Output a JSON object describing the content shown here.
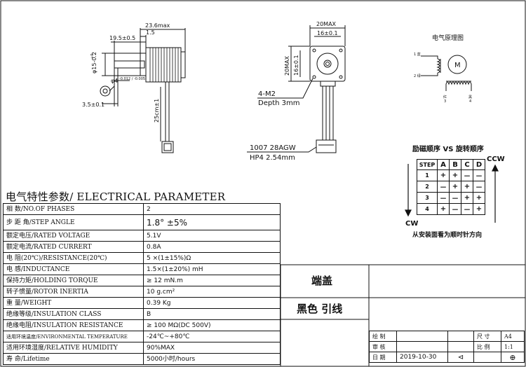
{
  "drawing": {
    "side_view": {
      "dim_total_length": "23.6max",
      "dim_body": "19.5±0.5",
      "dim_flange": "1.5",
      "dim_pilot_diameter": "φ15-0.2",
      "dim_pilot_upper": "+0",
      "dim_shaft_diameter": "φ4",
      "dim_shaft_tol": "-0.012 / -0.005",
      "dim_shaft_flat": "3.5±0.1",
      "dim_lead_length": "25cm±1"
    },
    "front_view": {
      "dim_width_max": "20MAX",
      "dim_hole_spacing_h": "16±0.1",
      "dim_height_max": "20MAX",
      "dim_hole_spacing_v": "16±0.1",
      "hole_note_1": "4-M2",
      "hole_note_2": "Depth  3mm",
      "wire_note_1": "1007  28AGW",
      "wire_note_2": "HP4  2.54mm"
    },
    "schematic": {
      "title": "电气原理图",
      "motor_label": "M",
      "pin_1": "1 蓝",
      "pin_2": "2 绿",
      "pin_3": "红\n3",
      "pin_4": "黑\n4"
    },
    "sequence": {
      "title": "励磁顺序 VS 旋转顺序",
      "ccw": "CCW",
      "cw": "CW",
      "note": "从安装面看为顺时针方向",
      "headers": [
        "STEP",
        "A",
        "B",
        "C",
        "D"
      ],
      "rows": [
        [
          "1",
          "+",
          "+",
          "－",
          "－"
        ],
        [
          "2",
          "－",
          "+",
          "+",
          "－"
        ],
        [
          "3",
          "－",
          "－",
          "+",
          "+"
        ],
        [
          "4",
          "+",
          "－",
          "－",
          "+"
        ]
      ]
    }
  },
  "electrical": {
    "heading": "电气特性参数/ ELECTRICAL PARAMETER",
    "rows": [
      {
        "name": "相    数/NO.OF PHASES",
        "value": "2"
      },
      {
        "name": "步 距 角/STEP ANGLE",
        "value": "1.8° ±5%"
      },
      {
        "name": "额定电压/RATED VOLTAGE",
        "value": "5.1V"
      },
      {
        "name": "额定电流/RATED CURRERT",
        "value": "0.8A"
      },
      {
        "name": "电   阻(20℃)/RESISTANCE(20℃)",
        "value": "5 ×(1±15%)Ω"
      },
      {
        "name": "电    感/INDUCTANCE",
        "value": "1.5×(1±20%) mH"
      },
      {
        "name": "保持力矩/HOLDING TORQUE",
        "value": "≥ 12 mN.m"
      },
      {
        "name": "转子惯量/ROTOR INERTIA",
        "value": "10 g.cm²"
      },
      {
        "name": "重    量/WEIGHT",
        "value": "0.39 Kg"
      },
      {
        "name": "绝缘等级/INSULATION  CLASS",
        "value": "B"
      },
      {
        "name": "绝缘电阻/INSULATION  RESISTANCE",
        "value": "≥ 100 MΩ(DC 500V)"
      },
      {
        "name": "适用环境温度/ENVIRONMENTAL TEMPERATURE",
        "value": "-24℃~+80℃"
      },
      {
        "name": "适用环境湿度/RELATIVE HUMIDITY",
        "value": "90%MAX"
      },
      {
        "name": "寿    命/Lifetime",
        "value": "5000小时/hours"
      }
    ]
  },
  "notes": {
    "end_cap": "端盖",
    "lead_wire": "黑色 引线"
  },
  "title_block": {
    "drawn_label": "绘  制",
    "check_label": "审  核",
    "date_label": "日  期",
    "date_value": "2019-10-30",
    "size_label": "尺  寸",
    "size_value": "A4",
    "scale_label": "比  例",
    "scale_value": "1:1"
  }
}
